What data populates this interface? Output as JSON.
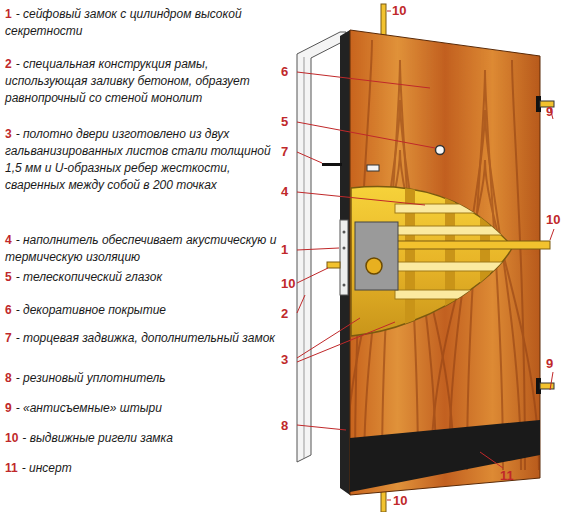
{
  "diagram": {
    "labels": [
      "1",
      "- сейфовый замок с цилиндром высокой секретности",
      "2",
      "- специальная конструкция рамы, использующая заливку бетоном, образует равнопрочный со стеной монолит",
      "3",
      "- полотно двери изготовлено из двух гальванизированных листов стали толщиной 1,5 мм и U-образных ребер жесткости, сваренных между собой в 200 точках",
      "4",
      "- наполнитель обеспечивает акустическую и термическую изоляцию",
      "5",
      "- телескопический глазок",
      "6",
      "- декоративное покрытие",
      "7",
      "- торцевая задвижка, дополнительный замок",
      "8",
      "- резиновый уплотнитель",
      "9",
      "- «антисъемные» штыри",
      "10",
      "- выдвижные ригели замка",
      "11",
      "- инсерт",
      "10",
      "6",
      "9",
      "5",
      "7",
      "4",
      "10",
      "1",
      "10",
      "2",
      "9",
      "3",
      "8",
      "11",
      "10"
    ]
  }
}
